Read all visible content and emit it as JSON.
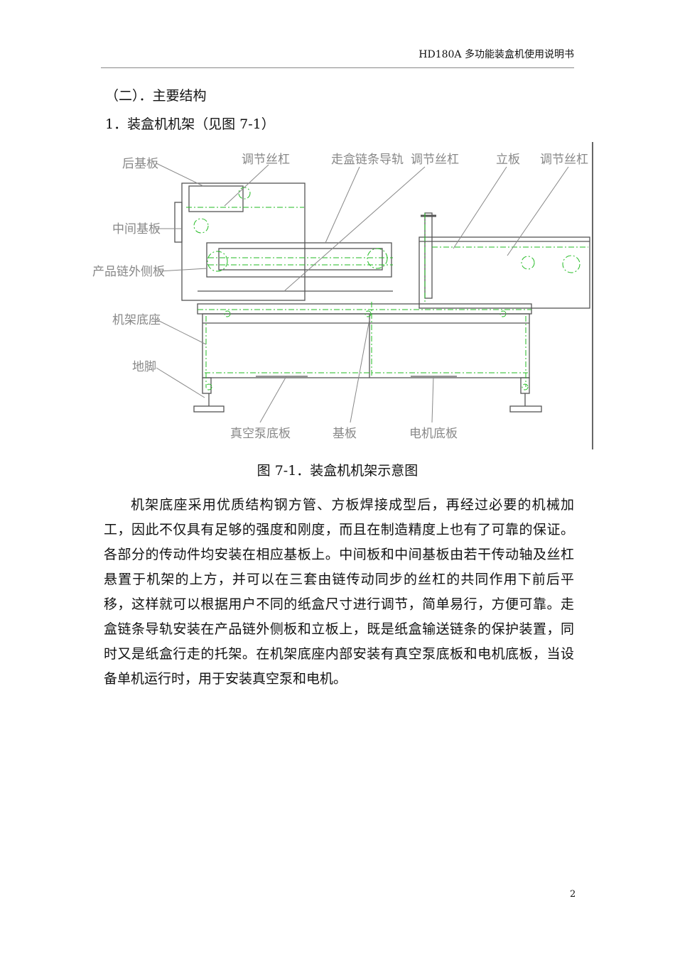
{
  "header": {
    "text": "HD180A 多功能装盒机使用说明书"
  },
  "section": {
    "title": "（二）．主要结构",
    "subtitle": "1．装盒机机架（见图 7-1）"
  },
  "figure": {
    "labels": {
      "rear_plate": "后基板",
      "adjust_screw_1": "调节丝杠",
      "box_chain_rail": "走盒链条导轨",
      "adjust_screw_2": "调节丝杠",
      "vertical_plate": "立板",
      "adjust_screw_3": "调节丝杠",
      "middle_plate": "中间基板",
      "chain_outer_plate": "产品链外侧板",
      "frame_base": "机架底座",
      "foot": "地脚",
      "vacuum_pump_plate": "真空泵底板",
      "base_plate": "基板",
      "motor_plate": "电机底板"
    },
    "colors": {
      "line": "#666666",
      "green": "#22bb22",
      "label": "#888888"
    },
    "caption": "图 7-1．装盒机机架示意图"
  },
  "body": {
    "paragraph": "机架底座采用优质结构钢方管、方板焊接成型后，再经过必要的机械加工，因此不仅具有足够的强度和刚度，而且在制造精度上也有了可靠的保证。各部分的传动件均安装在相应基板上。中间板和中间基板由若干传动轴及丝杠悬置于机架的上方，并可以在三套由链传动同步的丝杠的共同作用下前后平移，这样就可以根据用户不同的纸盒尺寸进行调节，简单易行，方便可靠。走盒链条导轨安装在产品链外侧板和立板上，既是纸盒输送链条的保护装置，同时又是纸盒行走的托架。在机架底座内部安装有真空泵底板和电机底板，当设备单机运行时，用于安装真空泵和电机。"
  },
  "footer": {
    "page_number": "2"
  }
}
